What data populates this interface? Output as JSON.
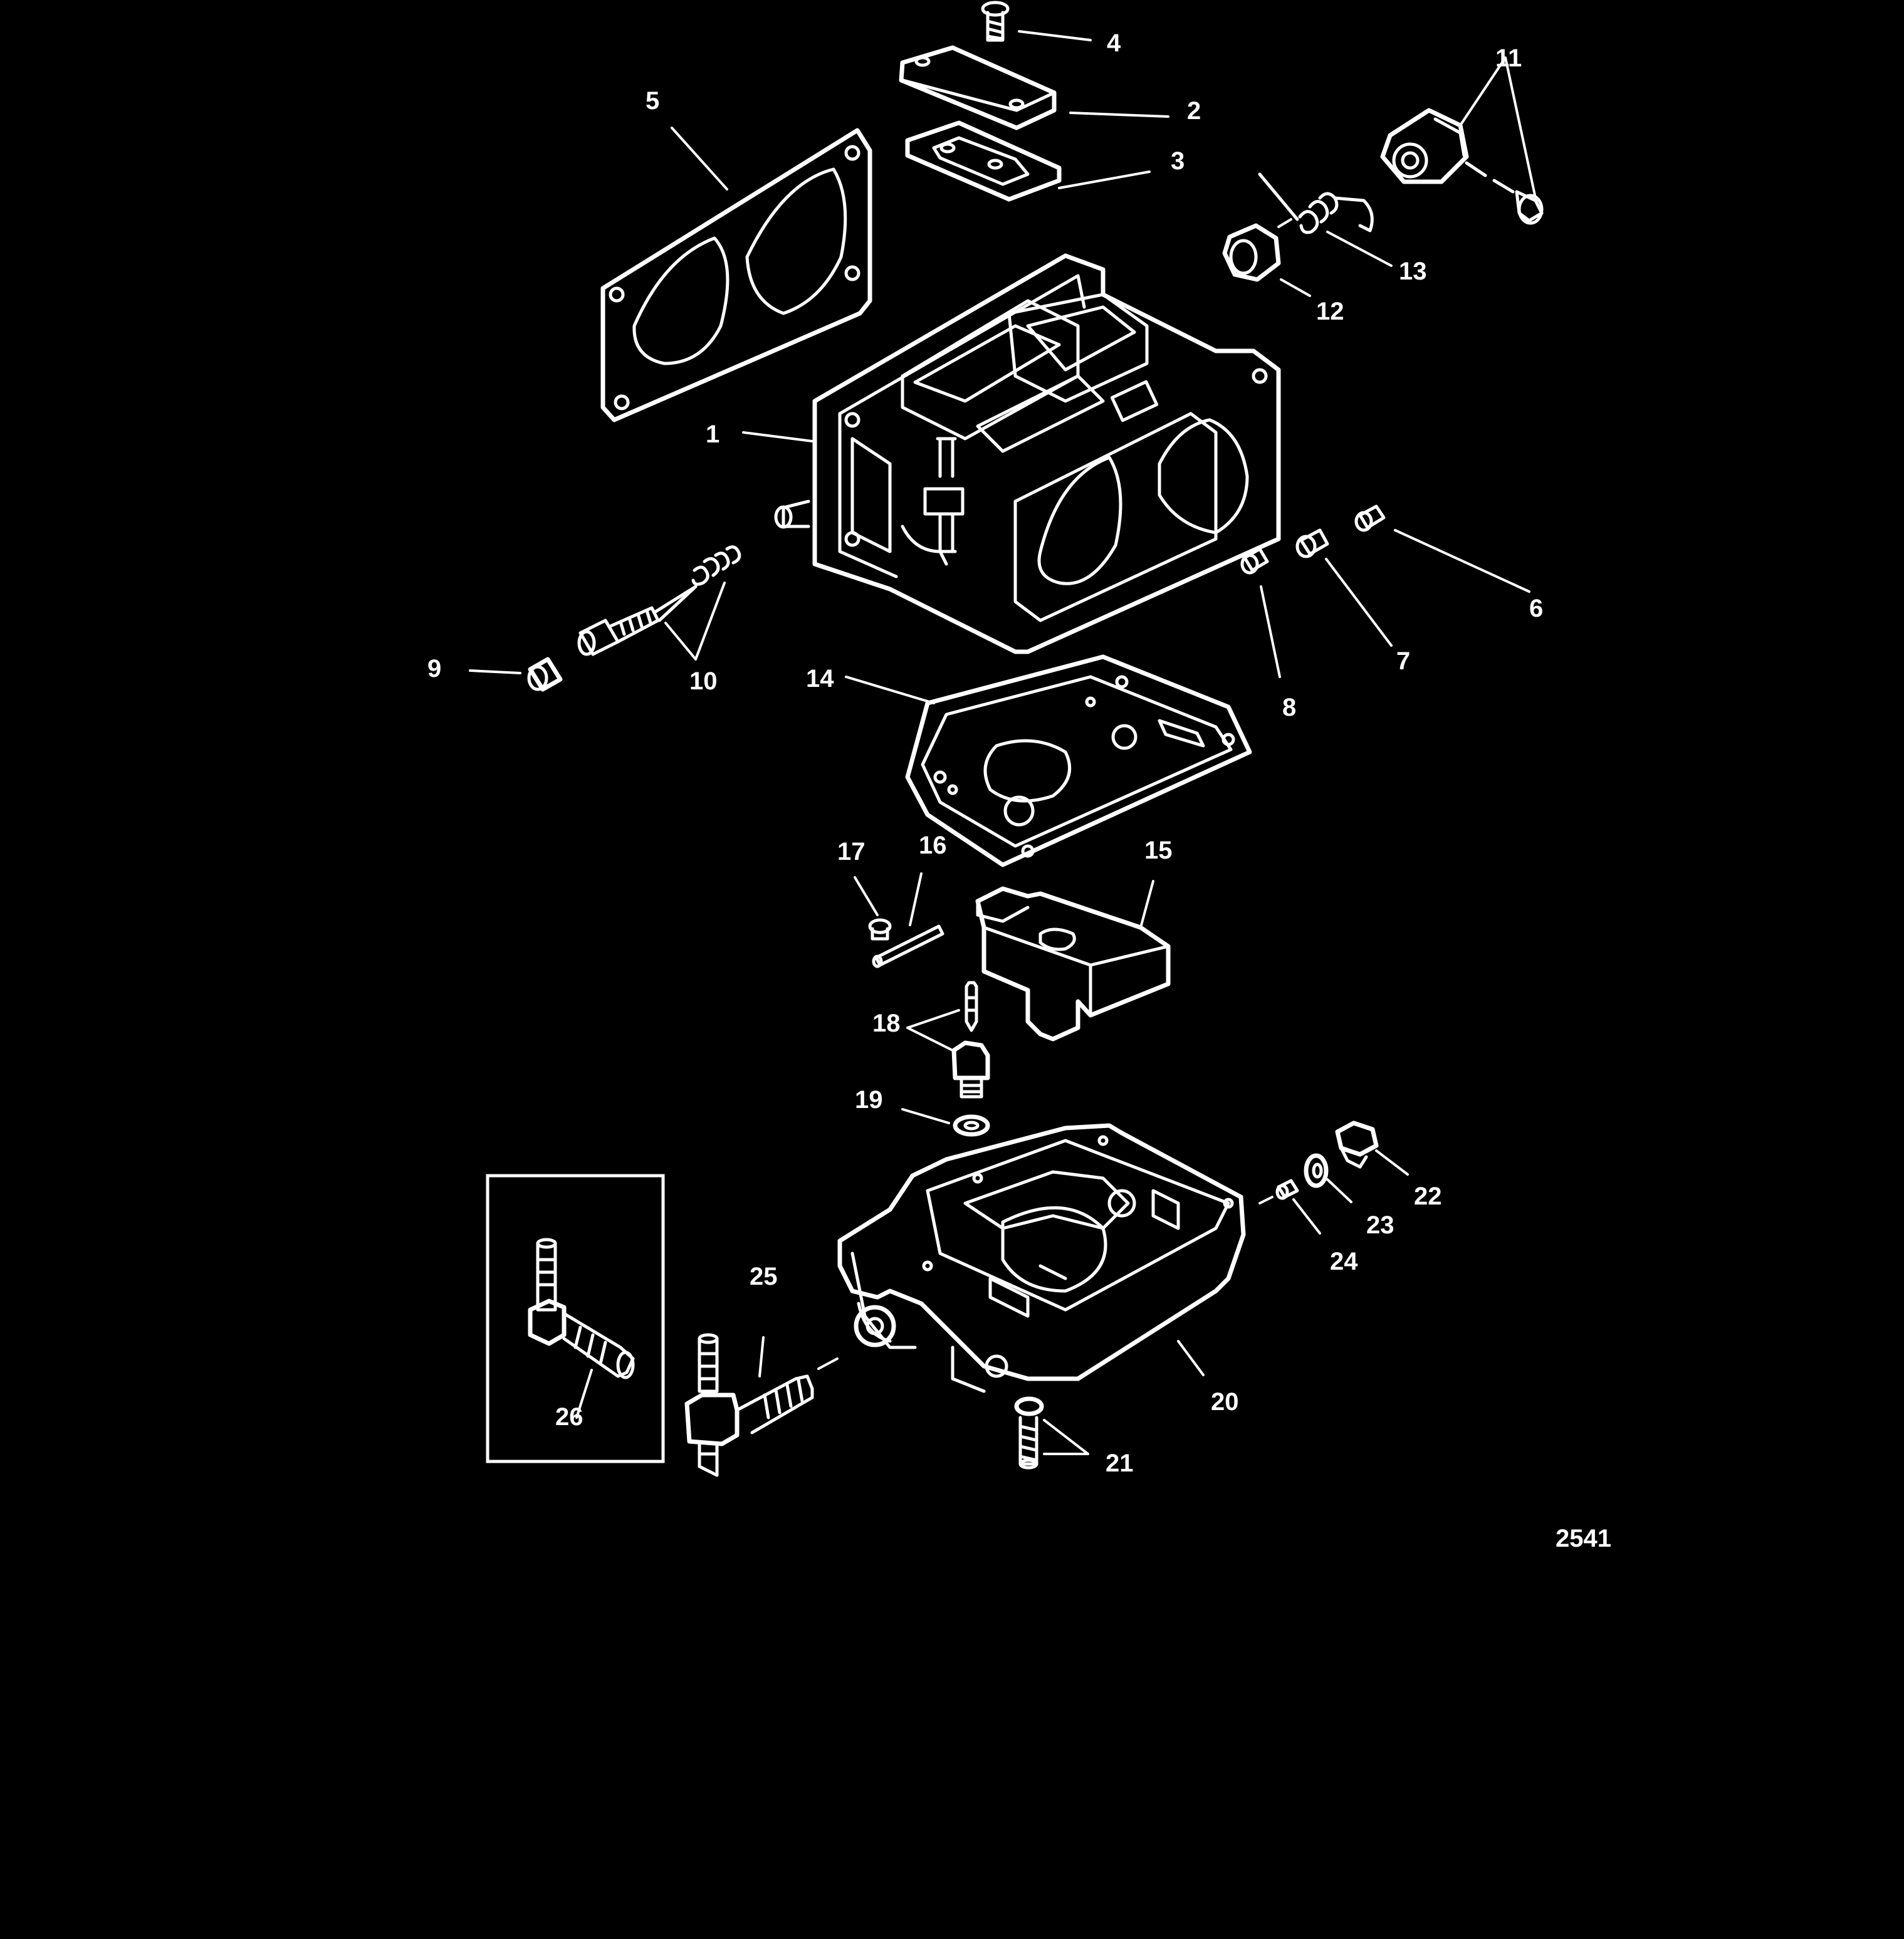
{
  "diagram": {
    "figure_number": "2541",
    "callouts": [
      "1",
      "2",
      "3",
      "4",
      "5",
      "6",
      "7",
      "8",
      "9",
      "10",
      "11",
      "12",
      "13",
      "14",
      "15",
      "16",
      "17",
      "18",
      "19",
      "20",
      "21",
      "22",
      "23",
      "24",
      "25",
      "26"
    ],
    "colors": {
      "background": "#000000",
      "line": "#ffffff"
    }
  }
}
